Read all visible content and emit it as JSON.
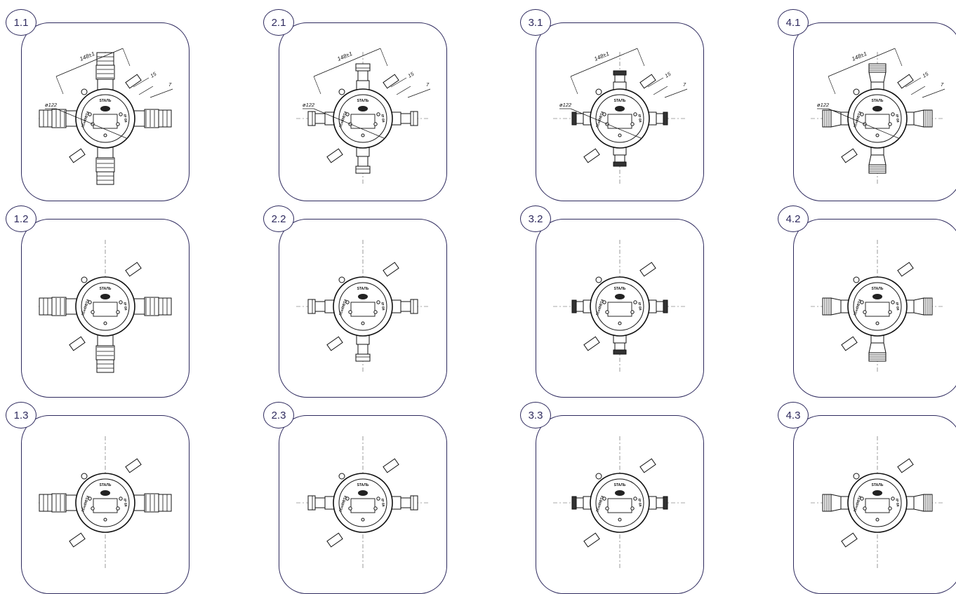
{
  "accent_color": "#2e2a5e",
  "panels": [
    {
      "id": "1.1",
      "variant": "large-cable-gland",
      "outlets": [
        "left",
        "right",
        "top",
        "bottom"
      ],
      "dimensioned": true
    },
    {
      "id": "2.1",
      "variant": "straight-gland",
      "outlets": [
        "left",
        "right",
        "top",
        "bottom"
      ],
      "dimensioned": true
    },
    {
      "id": "3.1",
      "variant": "short-gland",
      "outlets": [
        "left",
        "right",
        "top",
        "bottom"
      ],
      "dimensioned": true
    },
    {
      "id": "4.1",
      "variant": "flared-gland",
      "outlets": [
        "left",
        "right",
        "top",
        "bottom"
      ],
      "dimensioned": true
    },
    {
      "id": "1.2",
      "variant": "large-cable-gland",
      "outlets": [
        "left",
        "right",
        "bottom"
      ],
      "dimensioned": false
    },
    {
      "id": "2.2",
      "variant": "straight-gland",
      "outlets": [
        "left",
        "right",
        "bottom"
      ],
      "dimensioned": false
    },
    {
      "id": "3.2",
      "variant": "short-gland",
      "outlets": [
        "left",
        "right",
        "bottom"
      ],
      "dimensioned": false
    },
    {
      "id": "4.2",
      "variant": "flared-gland",
      "outlets": [
        "left",
        "right",
        "bottom"
      ],
      "dimensioned": false
    },
    {
      "id": "1.3",
      "variant": "large-cable-gland",
      "outlets": [
        "left",
        "right"
      ],
      "dimensioned": false
    },
    {
      "id": "2.3",
      "variant": "straight-gland",
      "outlets": [
        "left",
        "right"
      ],
      "dimensioned": false
    },
    {
      "id": "3.3",
      "variant": "short-gland",
      "outlets": [
        "left",
        "right"
      ],
      "dimensioned": false
    },
    {
      "id": "4.3",
      "variant": "flared-gland",
      "outlets": [
        "left",
        "right"
      ],
      "dimensioned": false
    }
  ],
  "dimensions": {
    "overall_length": "148±1",
    "diameter": "ø122",
    "dim_15": "15",
    "dim_7": "7"
  },
  "housing_text": {
    "top": "STAЛЬ",
    "left": "1ExdIIBT4",
    "right": "IP 66"
  }
}
